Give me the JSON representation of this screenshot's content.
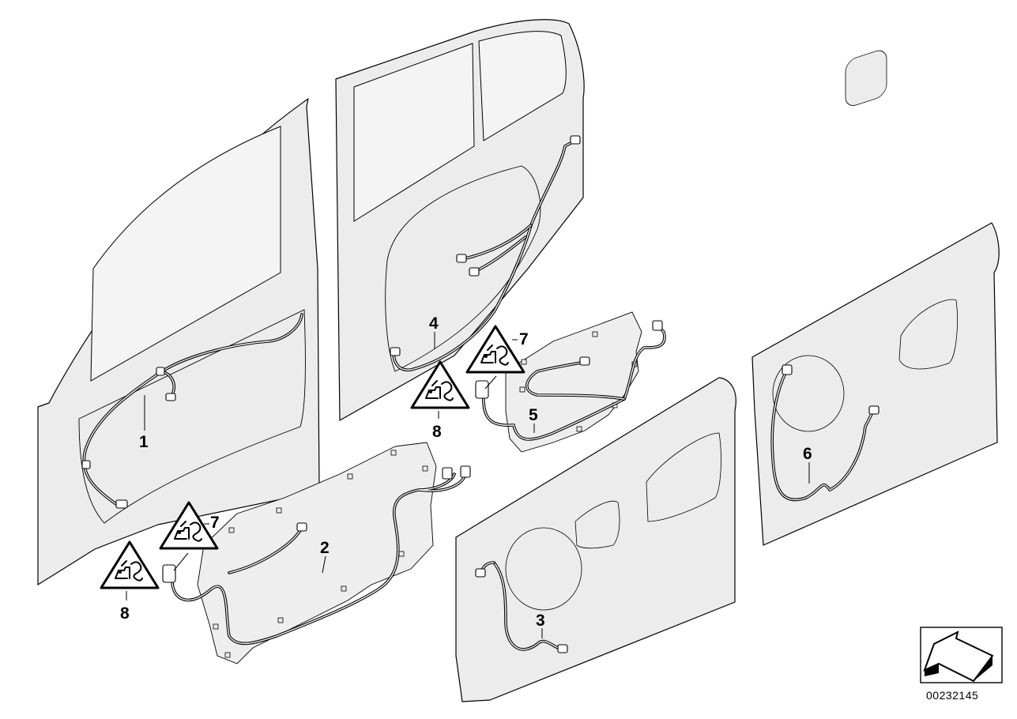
{
  "diagram": {
    "reference_number": "00232145",
    "callouts": [
      {
        "id": "label-1",
        "text": "1"
      },
      {
        "id": "label-2",
        "text": "2"
      },
      {
        "id": "label-3",
        "text": "3"
      },
      {
        "id": "label-4",
        "text": "4"
      },
      {
        "id": "label-5",
        "text": "5"
      },
      {
        "id": "label-6",
        "text": "6"
      },
      {
        "id": "label-7a",
        "text": "7"
      },
      {
        "id": "label-7b",
        "text": "7"
      },
      {
        "id": "label-8a",
        "text": "8"
      },
      {
        "id": "label-8b",
        "text": "8"
      }
    ],
    "icons": {
      "warning_sign": "warning-triangle-icon",
      "orientation_arrow": "orientation-arrow-icon"
    }
  }
}
